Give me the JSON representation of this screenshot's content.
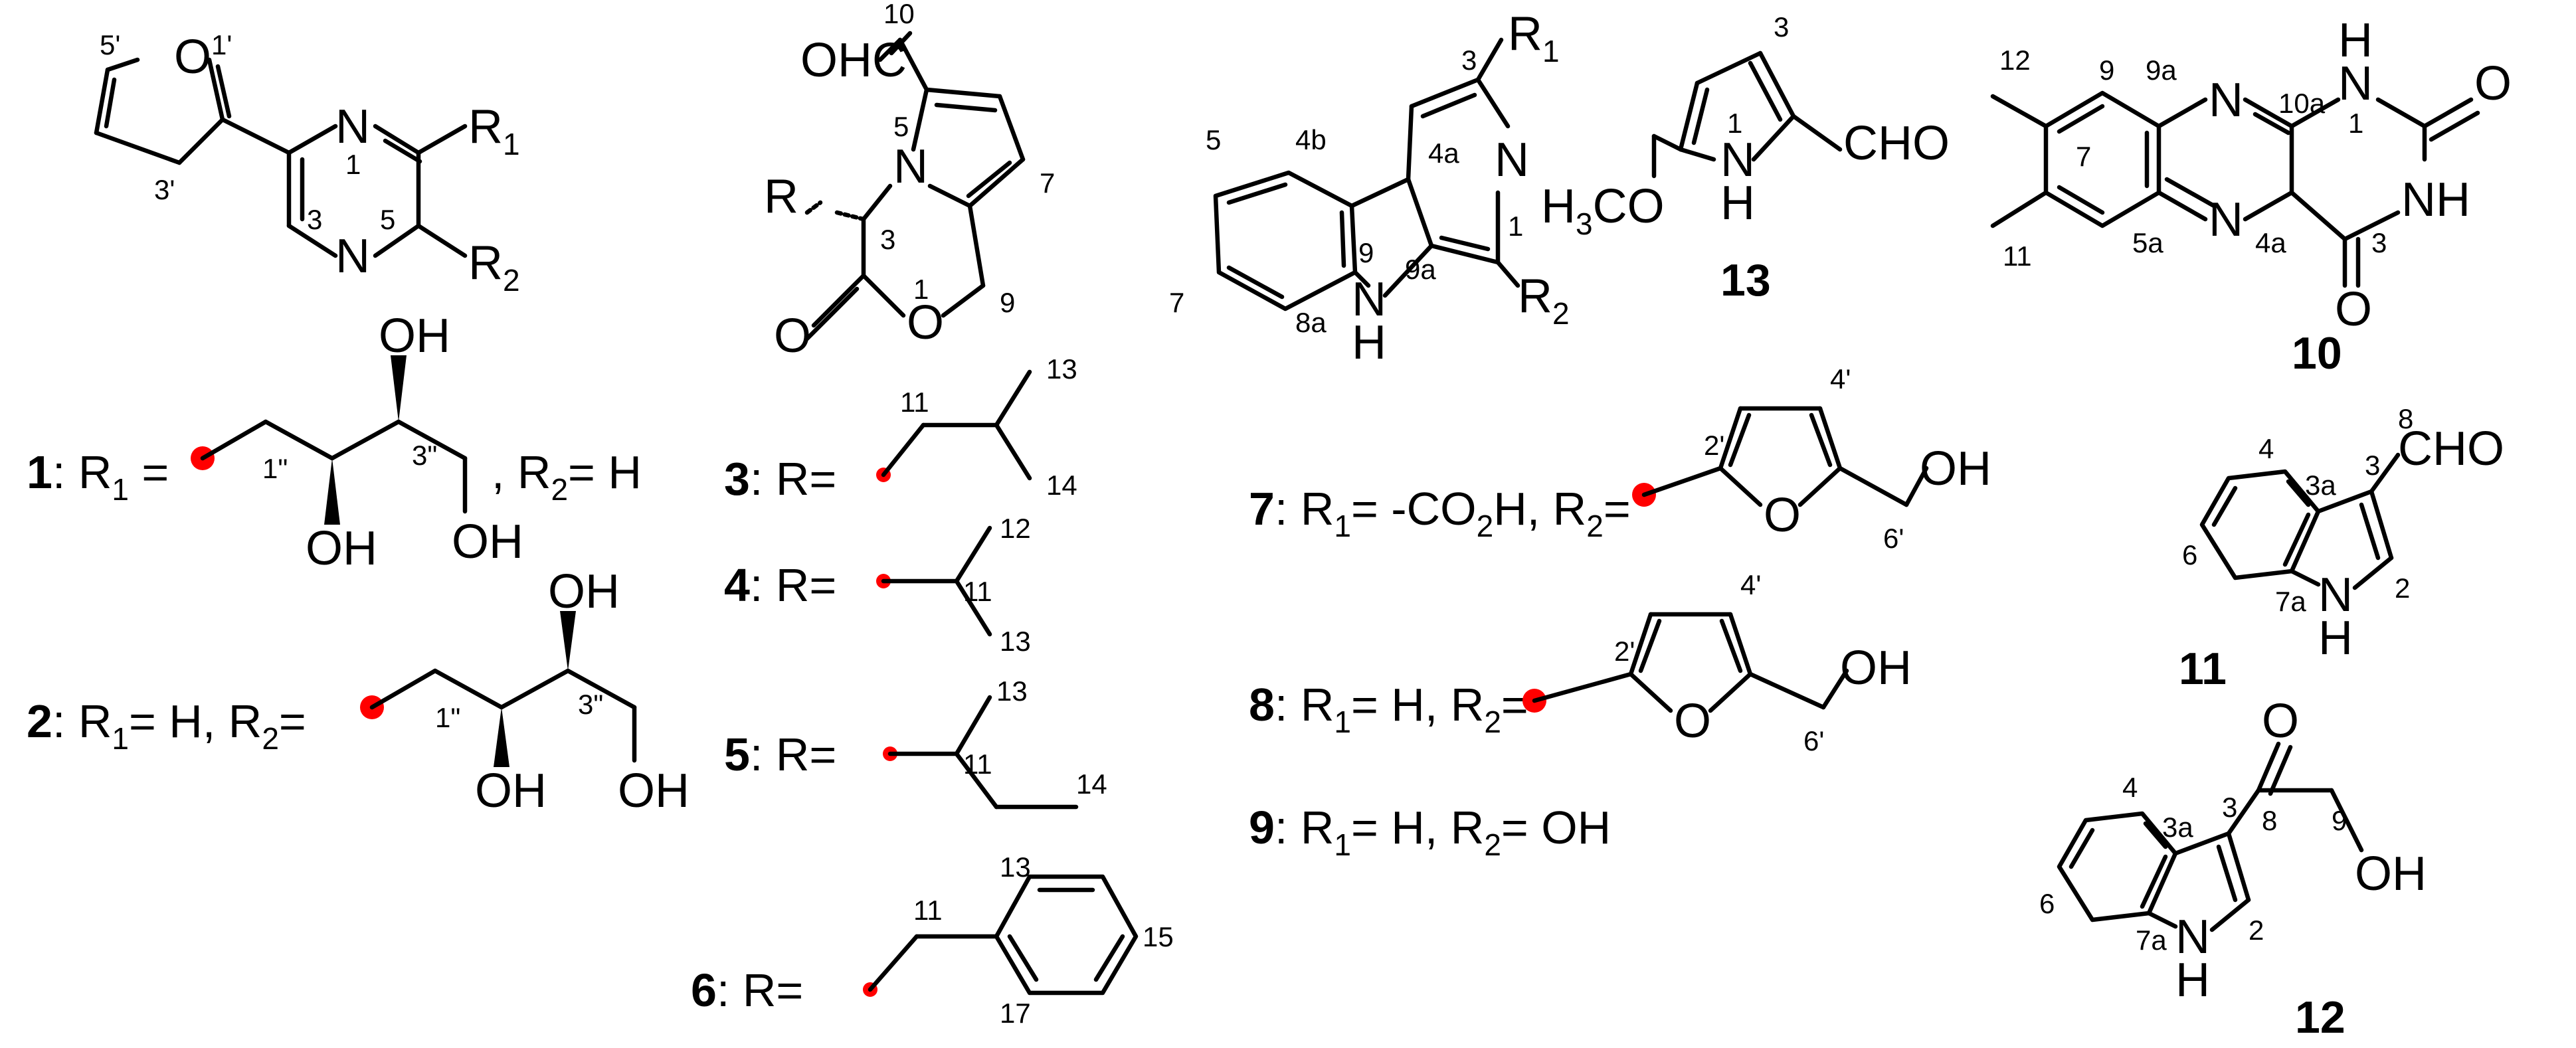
{
  "figure": {
    "attachment_color": "#ff0000",
    "bond_color": "#000000"
  },
  "atoms": {
    "O": "O",
    "N": "N",
    "NH": "NH",
    "H": "H",
    "HN": "HN",
    "OH": "OH",
    "CHO": "CHO",
    "OHC": "OHC",
    "R": "R",
    "R1": "R",
    "R2": "R",
    "H3CO": "H",
    "sub1": "1",
    "sub2": "2",
    "sub3": "3",
    "H3CO_rest": "CO"
  },
  "locants": {
    "c1": {
      "p1": "1'",
      "p5": "5'",
      "p3": "3'",
      "n1": "1",
      "n3": "3",
      "n5": "5",
      "s1": "1\"",
      "s3": "3\""
    },
    "c2": {
      "s1": "1\"",
      "s3": "3\""
    },
    "c3": {
      "l10": "10",
      "l5": "5",
      "l7": "7",
      "l3": "3",
      "l1": "1",
      "l9": "9"
    },
    "sub3": {
      "l11": "11",
      "l13": "13",
      "l14": "14"
    },
    "sub4": {
      "l12": "12",
      "l11": "11",
      "l13": "13"
    },
    "sub5": {
      "l13": "13",
      "l11": "11",
      "l14": "14"
    },
    "sub6": {
      "l11": "11",
      "l13": "13",
      "l15": "15",
      "l17": "17"
    },
    "c7": {
      "l3": "3",
      "l5": "5",
      "l4b": "4b",
      "l4a": "4a",
      "l1": "1",
      "l7": "7",
      "l9": "9",
      "l9a": "9a",
      "l8a": "8a"
    },
    "f7": {
      "l4": "4'",
      "l2": "2'",
      "l6": "6'"
    },
    "f8": {
      "l4": "4'",
      "l2": "2'",
      "l6": "6'"
    },
    "c13": {
      "l3": "3",
      "l1": "1"
    },
    "c10": {
      "l12": "12",
      "l9": "9",
      "l9a": "9a",
      "l10a": "10a",
      "l1": "1",
      "l7": "7",
      "l11": "11",
      "l5a": "5a",
      "l4a": "4a",
      "l3": "3"
    },
    "c11": {
      "l8": "8",
      "l4": "4",
      "l3a": "3a",
      "l3": "3",
      "l6": "6",
      "l7a": "7a",
      "l2": "2"
    },
    "c12": {
      "l4": "4",
      "l3a": "3a",
      "l3": "3",
      "l8": "8",
      "l9": "9",
      "l6": "6",
      "l7a": "7a",
      "l2": "2"
    }
  },
  "labels": {
    "l1": {
      "num": "1",
      "pre": ": R",
      "sub": "1",
      "eq": " =",
      "r2": ", R",
      "r2sub": "2",
      "r2eq": "= H"
    },
    "l2": {
      "num": "2",
      "pre": ": R",
      "sub": "1",
      "mid": "= H,  R",
      "sub2": "2",
      "eq": "="
    },
    "l3": {
      "num": "3",
      "text": ": R="
    },
    "l4": {
      "num": "4",
      "text": ": R="
    },
    "l5": {
      "num": "5",
      "text": ": R="
    },
    "l6": {
      "num": "6",
      "text": ": R="
    },
    "l7": {
      "num": "7",
      "pre": ": R",
      "sub": "1",
      "mid": "= -CO",
      "sub2": "2",
      "mid2": "H, R",
      "sub3": "2",
      "eq": "="
    },
    "l8": {
      "num": "8",
      "pre": ": R",
      "sub": "1",
      "mid": "= H, R",
      "sub2": "2",
      "eq": "="
    },
    "l9": {
      "num": "9",
      "pre": ": R",
      "sub": "1",
      "mid": "= H, R",
      "sub2": "2",
      "eq": "= OH"
    }
  },
  "compound_numbers": {
    "c10": "10",
    "c11": "11",
    "c12": "12",
    "c13": "13"
  }
}
